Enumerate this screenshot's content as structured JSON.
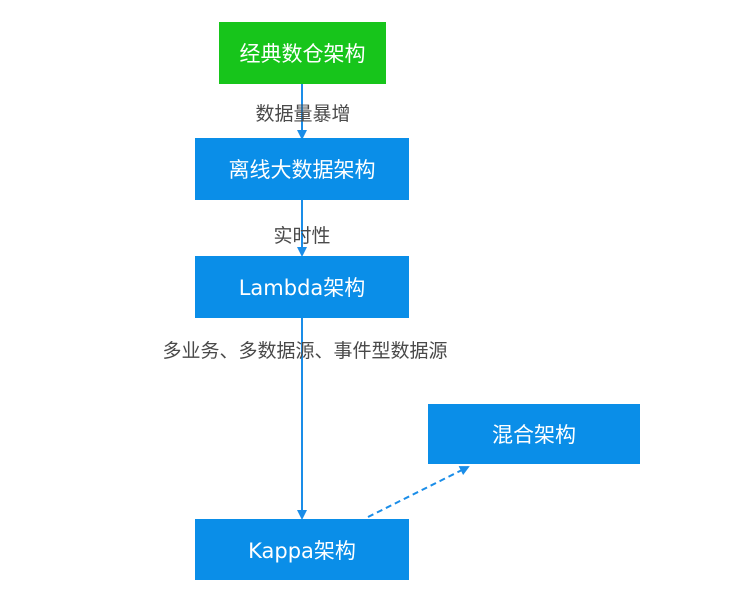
{
  "colors": {
    "green": "#17c51b",
    "blue": "#0a8ee8",
    "arrow": "#1a8de8",
    "label_text": "#4a4a4a"
  },
  "nodes": {
    "classic": "经典数仓架构",
    "offline": "离线大数据架构",
    "lambda": "Lambda架构",
    "kappa": "Kappa架构",
    "hybrid": "混合架构"
  },
  "edges": {
    "classic_to_offline": "数据量暴增",
    "offline_to_lambda": "实时性",
    "lambda_to_kappa": "多业务、多数据源、事件型数据源"
  }
}
